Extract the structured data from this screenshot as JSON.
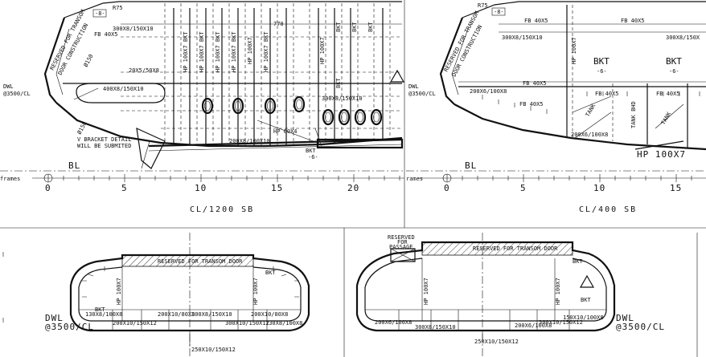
{
  "views": {
    "left_top": {
      "caption": "CL/1200 SB",
      "baseline": "BL",
      "frames_label": "frames",
      "axis_ticks": [
        "0",
        "5",
        "10",
        "15",
        "20"
      ],
      "dwl": [
        "DWL",
        "@3500/CL"
      ],
      "notes": [
        "RESERVED FOR TRANSOM",
        "DOOR CONSTRUCTION"
      ],
      "bracket_note": [
        "V BRACKET DETAIL",
        "WILL BE SUBMITED"
      ],
      "labels": {
        "r75": "R75",
        "top_section": "300X8/150X10",
        "fb": "FB 40X5",
        "top_a": "20X5/50X8",
        "dia_upper": "Ø150",
        "dia_lower": "Ø150",
        "girder": "400X8/150X10",
        "mid_girder": "300X8/150X10",
        "keel": "200X8/100X10",
        "fb_hp": "HP 60X4",
        "bkt": "BKT",
        "bkt_sub": "-6-",
        "vert_1": "HP 100X7 BKT",
        "vert_2": "HP 100X7 BKT",
        "vert_3": "HP 100X7 BKT",
        "vert_4": "HP 100X7 BKT",
        "vert_5": "HP 100X7",
        "vert_6": "HP 100X7 BKT",
        "vert_7": "HP 100X7",
        "vert_8": "BKT",
        "vert_9": "BKT",
        "vert_10": "BKT",
        "vert_11": "BKT",
        "top_770": "770",
        "tag_8": "-8-"
      }
    },
    "right_top": {
      "caption": "CL/400 SB",
      "baseline": "BL",
      "frames_label": "rames",
      "axis_ticks": [
        "0",
        "5",
        "10",
        "15"
      ],
      "dwl": [
        "DWL",
        "@3500/CL"
      ],
      "notes": [
        "RESERVED FOR TRANSOM",
        "DOOR CONSTRUCTION"
      ],
      "labels": {
        "r75": "R75",
        "tag_8": "-8-",
        "fb_top": "FB 40X5",
        "fb_top2": "FB 40X5",
        "top_section": "300X8/150X10",
        "top_section2": "300X8/150X",
        "hp_vert": "HP 100X7",
        "bkt1": "BKT",
        "bkt1_sub": "-6-",
        "bkt2": "BKT",
        "bkt2_sub": "-6-",
        "fb_mid": "FB 40X5",
        "fb_low": "FB 40X5",
        "fb_low2": "FB 40X5",
        "fb_right": "FB 40X5",
        "web_upper": "200X6/100X8",
        "web_lower": "200X6/100X8",
        "tank": "TANK",
        "tank_bhd": "TANK BHD",
        "tank2": "TANK",
        "hp_bottom": "HP 100X7"
      }
    },
    "left_bottom": {
      "dwl": [
        "DWL",
        "@3500/CL"
      ],
      "reserved": "RESERVED FOR TRANSOM DOOR",
      "labels": {
        "bkt_a": "BKT",
        "bkt_b": "BKT",
        "w1": "130X8/100X8",
        "w2": "200X10/150X12",
        "w3": "200X10/80X8",
        "w4": "300X8/150X10",
        "w5": "300X10/150X12",
        "w6": "200X10/80X8",
        "w7": "130X8/100X8",
        "bottom": "250X10/150X12",
        "hp_l": "HP 100X7",
        "hp_r": "HP 100X7"
      }
    },
    "right_bottom": {
      "dwl": [
        "DWL",
        "@3500/CL"
      ],
      "reserved_small": [
        "RESERVED",
        "FOR",
        "PASSAGE"
      ],
      "reserved_wide": "RESERVED FOR TRANSOM DOOR",
      "labels": {
        "bkt_a": "BKT",
        "bkt_b": "BKT",
        "w1": "200X6/100X8",
        "w2": "300X8/150X10",
        "w3": "200X6/100X8",
        "w4": "300X10/150X12",
        "w5": "150X10/100X8",
        "bottom": "250X10/150X12",
        "hp_l": "HP 100X7",
        "hp_r": "HP 100X7"
      }
    }
  }
}
